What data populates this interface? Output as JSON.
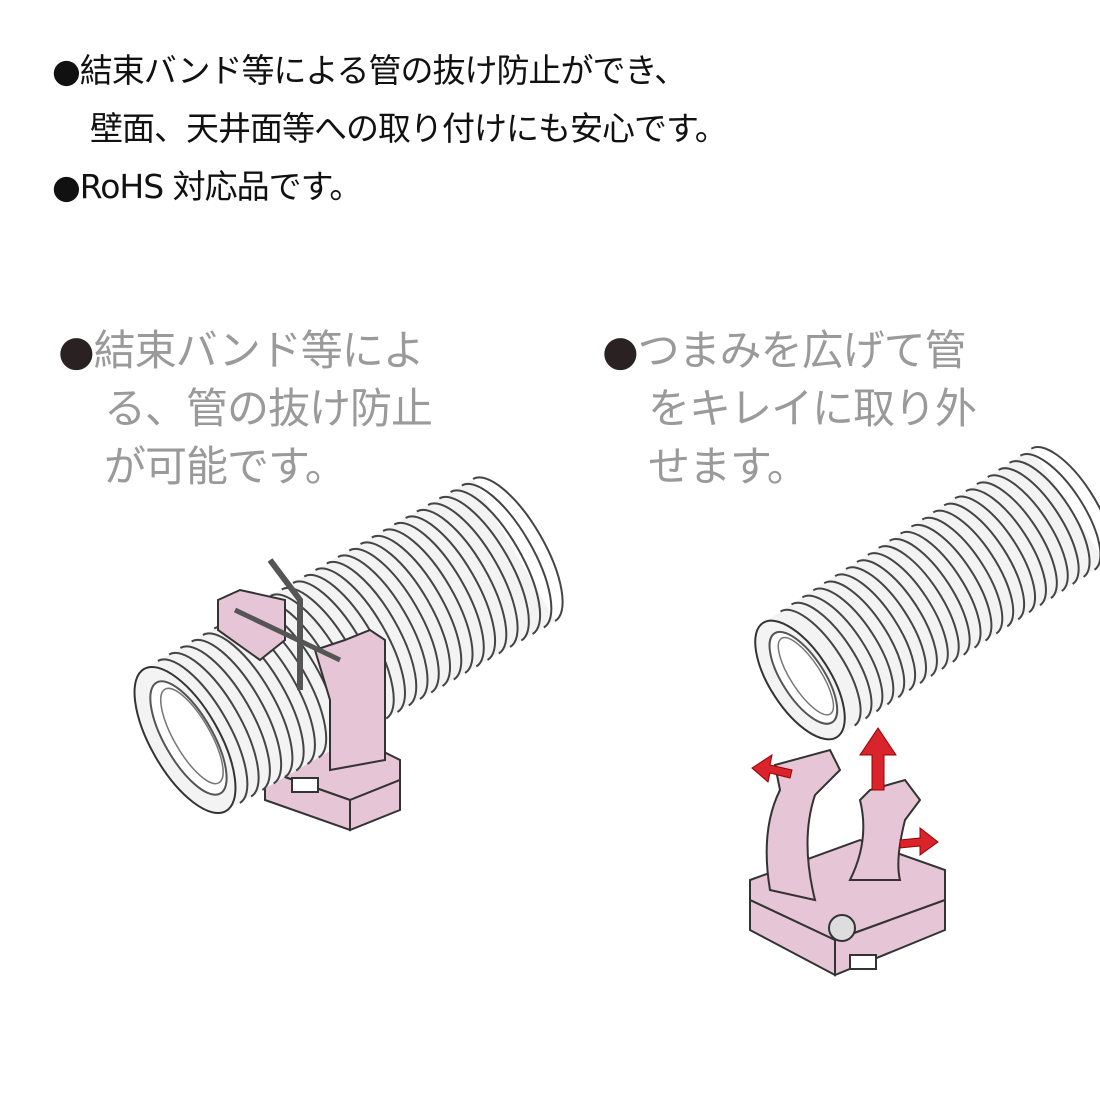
{
  "features": {
    "bullet": "●",
    "line1": "結束バンド等による管の抜け防止ができ、",
    "line2": "壁面、天井面等への取り付けにも安心です。",
    "line3": "RoHS 対応品です。"
  },
  "left_caption": {
    "bullet": "●",
    "lines": [
      "結束バンド等によ",
      "る、管の抜け防止",
      "が可能です。"
    ]
  },
  "right_caption": {
    "bullet": "●",
    "lines": [
      "つまみを広げて管",
      "をキレイに取り外",
      "せます。"
    ]
  },
  "colors": {
    "clamp": "#e6c6d6",
    "arrow": "#d8242a",
    "tube": "#f2f2f2",
    "outline": "#333333"
  }
}
